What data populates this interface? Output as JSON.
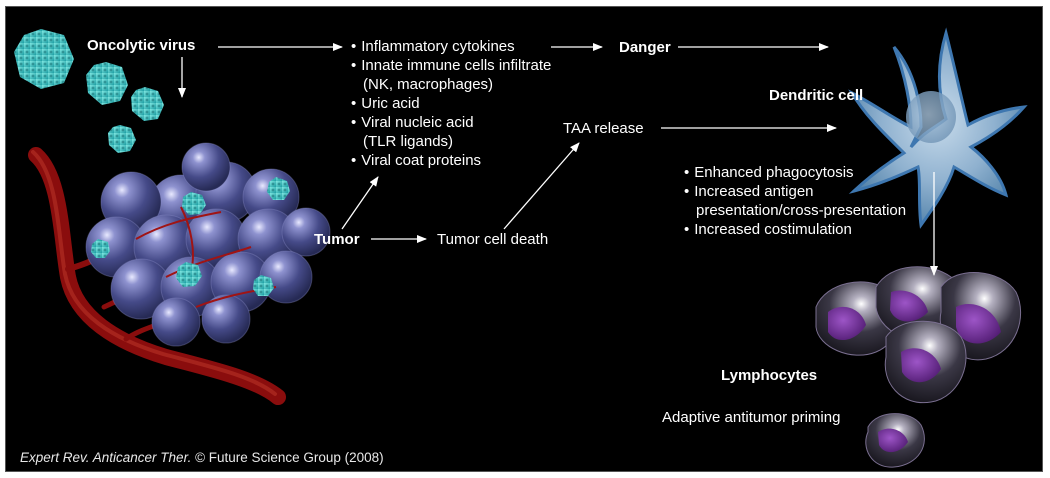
{
  "colors": {
    "background": "#000000",
    "text": "#ffffff",
    "virus": "#33c4c4",
    "tumor_cell": "#4a4f8e",
    "vessel": "#8a0d0d",
    "dendritic_cell": "#8fb8d8",
    "lymphocyte_nucleus": "#6b2a8f"
  },
  "nodes": {
    "oncolytic_virus": "Oncolytic virus",
    "tumor": "Tumor",
    "tumor_cell_death": "Tumor cell death",
    "taa_release": "TAA release",
    "danger": "Danger",
    "dendritic_cell": "Dendritic cell",
    "lymphocytes": "Lymphocytes",
    "adaptive_priming": "Adaptive antitumor priming"
  },
  "danger_signals": {
    "items": [
      "Inflammatory cytokines",
      "Innate immune cells infiltrate",
      "Uric acid",
      "Viral nucleic acid",
      "Viral coat proteins"
    ],
    "continuations": [
      "(NK, macrophages)",
      "(TLR ligands)"
    ]
  },
  "dc_effects": {
    "items": [
      "Enhanced phagocytosis",
      "Increased antigen",
      "Increased costimulation"
    ],
    "continuations": [
      "presentation/cross-presentation"
    ]
  },
  "credit": {
    "journal": "Expert Rev. Anticancer Ther.",
    "rest": "© Future Science Group (2008)"
  }
}
